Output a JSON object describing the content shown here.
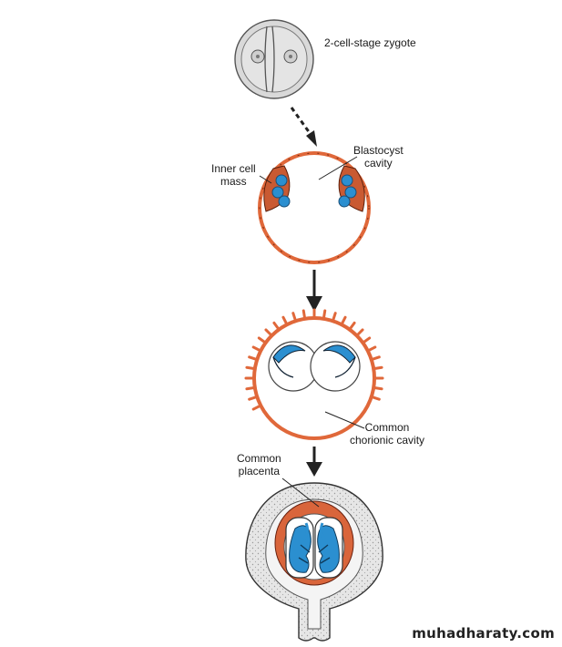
{
  "labels": {
    "zygote": "2-cell-stage zygote",
    "inner_cell_mass": [
      "Inner cell",
      "mass"
    ],
    "blastocyst_cavity": [
      "Blastocyst",
      "cavity"
    ],
    "chorionic_cavity": [
      "Common",
      "chorionic cavity"
    ],
    "placenta": [
      "Common",
      "placenta"
    ]
  },
  "watermark": "muhadharaty.com",
  "colors": {
    "trophoblast": "#e0683a",
    "embryo": "#2b8fd0",
    "membrane": "#cfcfcf",
    "outline": "#333333"
  }
}
